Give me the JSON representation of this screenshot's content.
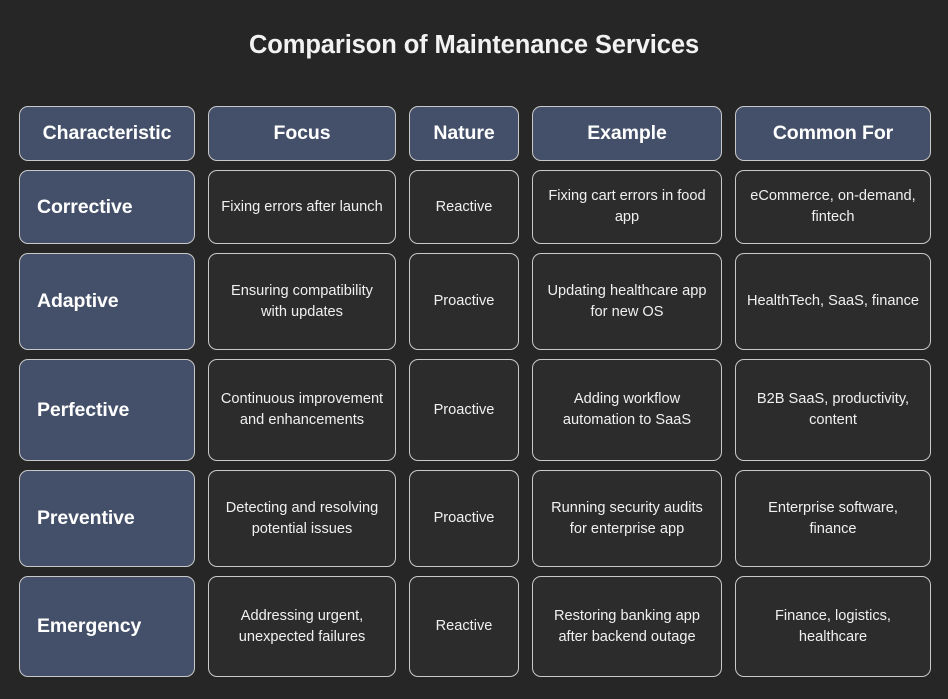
{
  "page": {
    "title": "Comparison of Maintenance Services",
    "background_color": "#262626",
    "accent_color": "#44506A",
    "cell_background_color": "#2C2C2C",
    "border_color": "#C9C9C9",
    "text_color": "#F0F0F0"
  },
  "table": {
    "headers": [
      "Characteristic",
      "Focus",
      "Nature",
      "Example",
      "Common For"
    ],
    "rows": [
      {
        "characteristic": "Corrective",
        "focus": "Fixing errors after launch",
        "nature": "Reactive",
        "example": "Fixing cart errors in food app",
        "common_for": "eCommerce, on-demand, fintech"
      },
      {
        "characteristic": "Adaptive",
        "focus": "Ensuring compatibility with updates",
        "nature": "Proactive",
        "example": "Updating healthcare app for new OS",
        "common_for": "HealthTech, SaaS, finance"
      },
      {
        "characteristic": "Perfective",
        "focus": "Continuous improvement and enhancements",
        "nature": "Proactive",
        "example": "Adding workflow automation to SaaS",
        "common_for": "B2B SaaS, productivity, content"
      },
      {
        "characteristic": "Preventive",
        "focus": "Detecting and resolving potential issues",
        "nature": "Proactive",
        "example": "Running security audits for enterprise app",
        "common_for": "Enterprise software, finance"
      },
      {
        "characteristic": "Emergency",
        "focus": "Addressing urgent, unexpected failures",
        "nature": "Reactive",
        "example": "Restoring banking app after backend outage",
        "common_for": "Finance, logistics, healthcare"
      }
    ]
  }
}
